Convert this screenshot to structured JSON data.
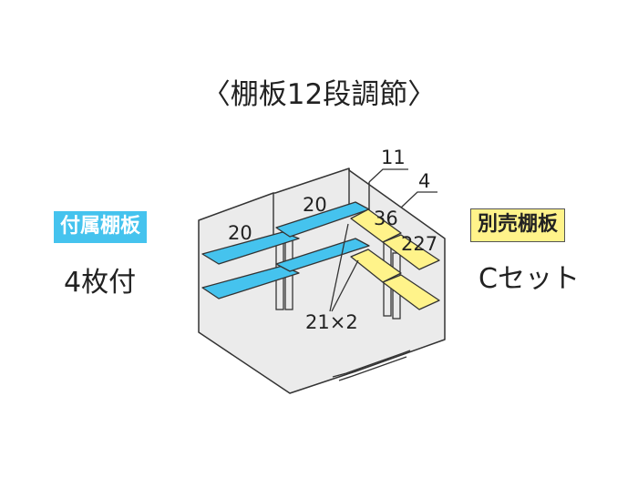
{
  "title": "〈棚板12段調節〉",
  "left": {
    "badge": "付属棚板",
    "caption": "4枚付"
  },
  "right": {
    "badge": "別売棚板",
    "caption": "Cセット"
  },
  "dimensions": {
    "left_depth": "20",
    "center_depth": "20",
    "right_top": "11",
    "right_side": "4",
    "shelf_a": "36",
    "shelf_b": "227",
    "spacing": "21×2"
  },
  "colors": {
    "blue_shelf": "#45c3ee",
    "yellow_shelf": "#fff38a",
    "interior": "#ebebeb",
    "line": "#333333"
  }
}
